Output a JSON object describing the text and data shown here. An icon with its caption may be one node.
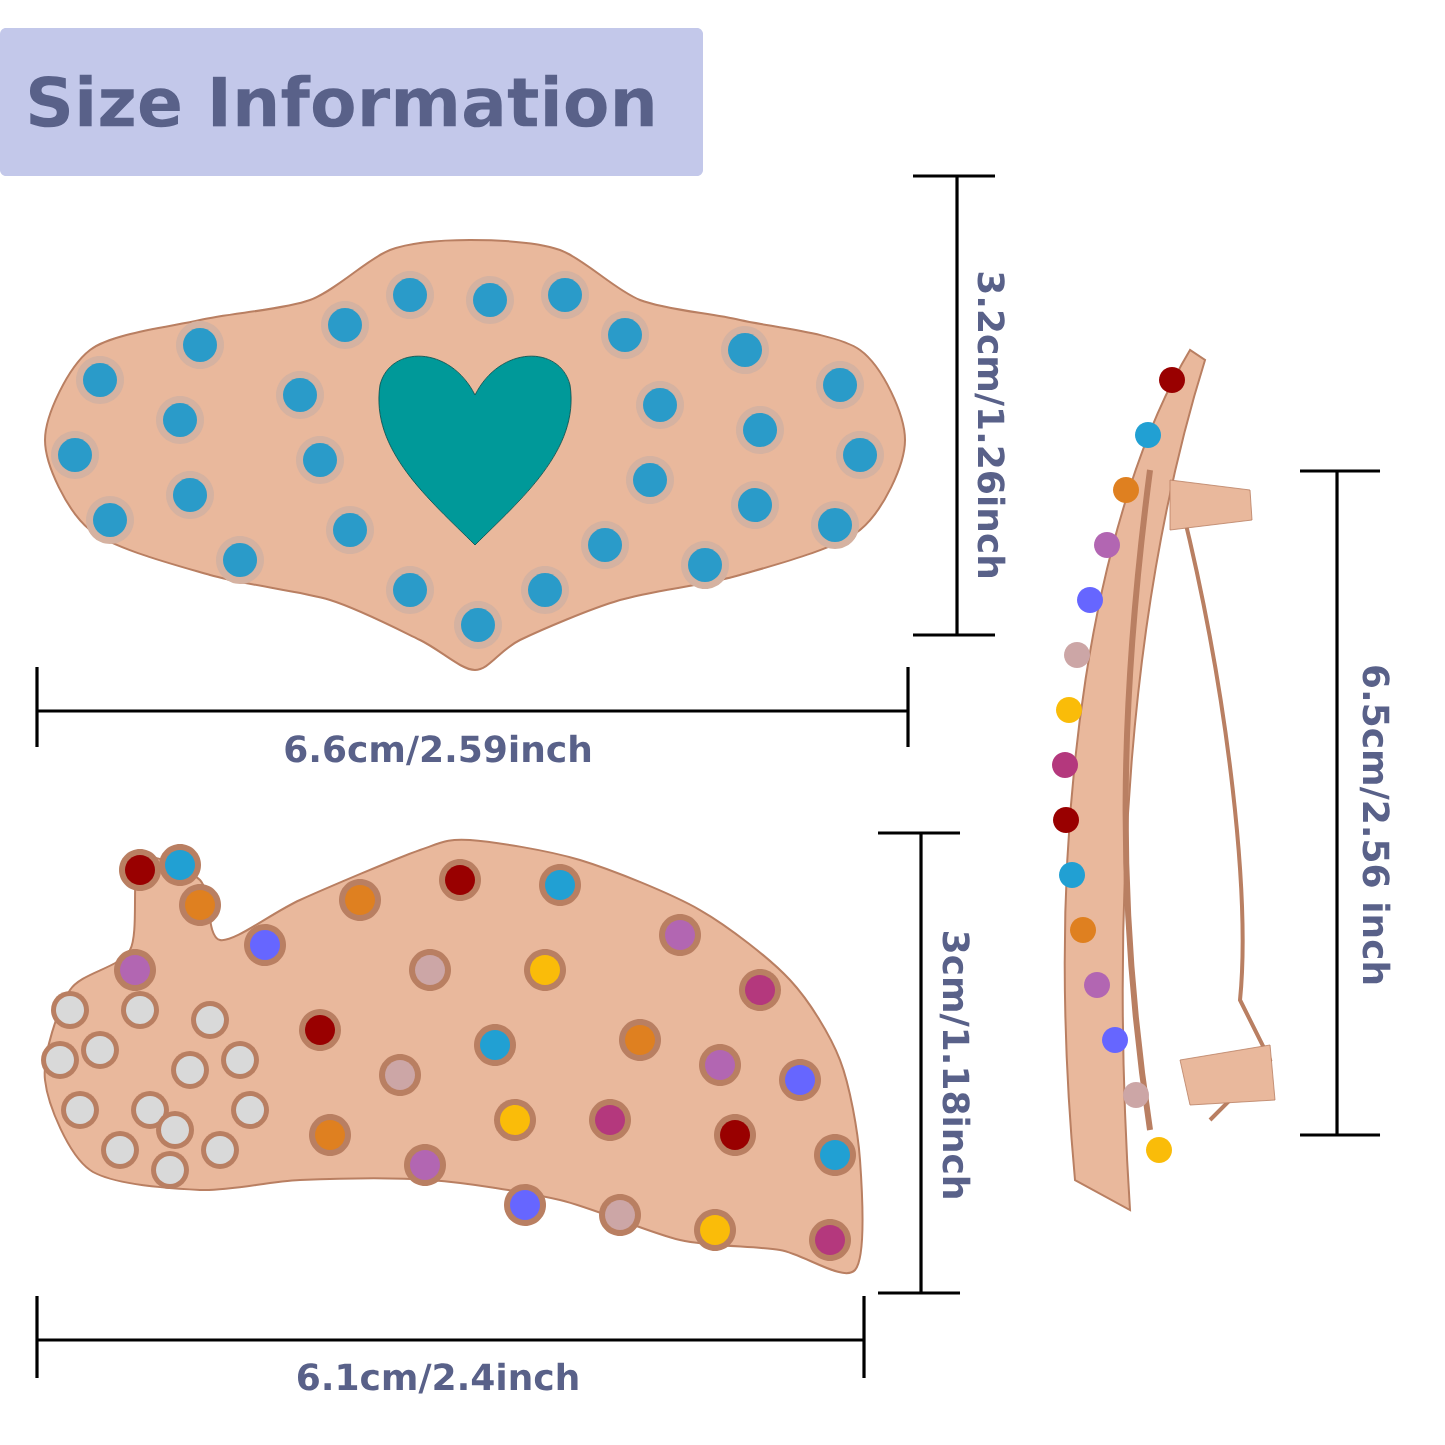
{
  "diagram": {
    "title": "Size Information",
    "labels": [
      "3.2cm/1.26inch",
      "6.6cm/2.59inch",
      "6.5cm/2.56 inch",
      "3cm/1.18inch",
      "6.1cm/2.4inch"
    ]
  }
}
